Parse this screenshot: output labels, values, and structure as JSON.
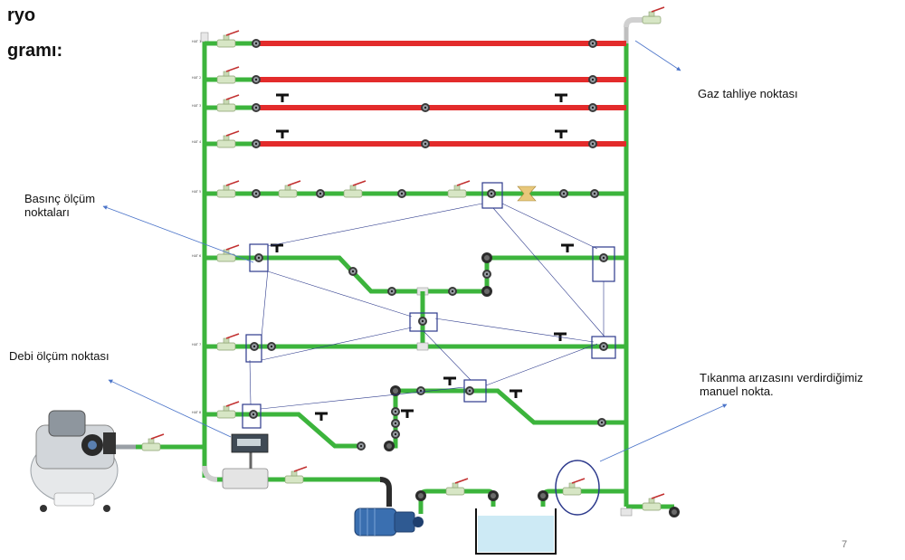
{
  "title": {
    "line1": "ryo",
    "line2": "gramı:"
  },
  "annotations": {
    "gas_vent": "Gaz tahliye noktası",
    "pressure_points": [
      "Basınç ölçüm",
      "noktaları"
    ],
    "flow_point": "Debi ölçüm noktası",
    "blockage": [
      "Tıkanma arızasını verdirdiğimiz",
      "manuel nokta."
    ]
  },
  "page_number": "7",
  "colors": {
    "red_line": "#e32b2b",
    "green_line": "#3cb43c",
    "frame_blue": "#2d3a8c",
    "arrow_blue": "#4b74c9",
    "tank_water": "#cdeaf5",
    "pump_blue": "#3a6fb0"
  },
  "lines": [
    {
      "color": "red"
    },
    {
      "color": "red"
    },
    {
      "color": "red"
    },
    {
      "color": "red"
    },
    {
      "color": "green"
    },
    {
      "color": "green"
    },
    {
      "color": "green"
    },
    {
      "color": "green"
    }
  ]
}
